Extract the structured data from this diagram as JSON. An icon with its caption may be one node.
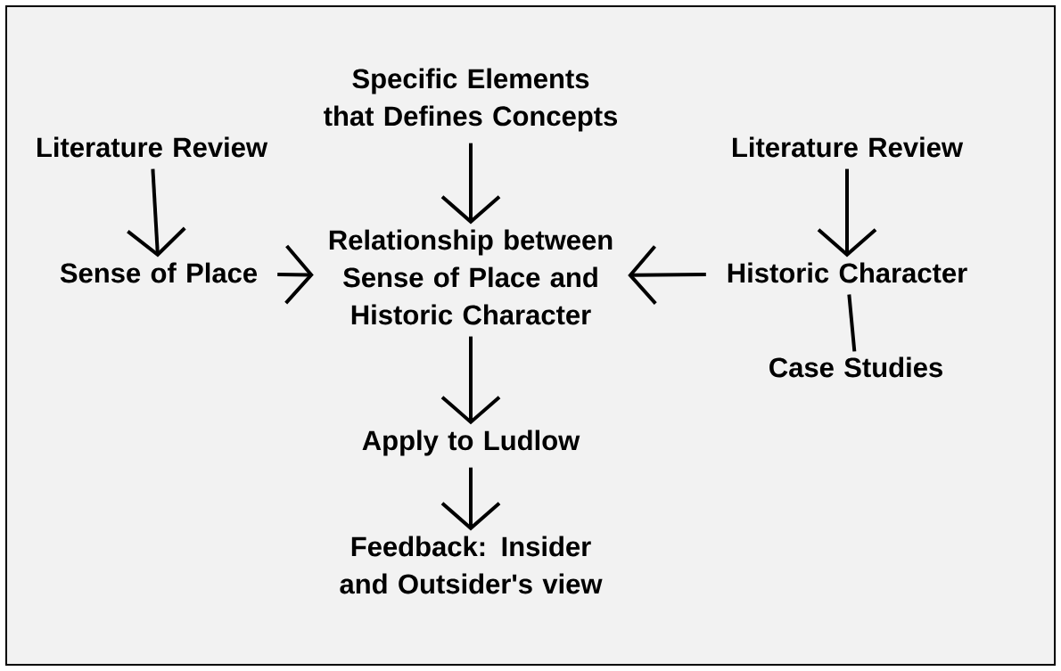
{
  "diagram": {
    "nodes": [
      {
        "text": [
          "Specific Elements that Defines Concepts"
        ]
      },
      {
        "text": [
          "Literature Review"
        ]
      },
      {
        "text": [
          "Literature Review"
        ]
      },
      {
        "text": [
          "Sense of Place"
        ]
      },
      {
        "text": [
          "Relationship between Sense of Place and Historic Character"
        ]
      },
      {
        "text": [
          "Historic Character"
        ]
      },
      {
        "text": [
          "Case Studies"
        ]
      },
      {
        "text": [
          "Apply to Ludlow"
        ]
      },
      {
        "text": [
          "Feedback: Insider and Outsider's view"
        ]
      }
    ],
    "edges": [
      {
        "from": 1,
        "to": 3,
        "arrow": "to"
      },
      {
        "from": 0,
        "to": 4,
        "arrow": "to"
      },
      {
        "from": 2,
        "to": 5,
        "arrow": "to"
      },
      {
        "from": 3,
        "to": 4,
        "arrow": "to"
      },
      {
        "from": 5,
        "to": 4,
        "arrow": "to"
      },
      {
        "from": 5,
        "to": 6,
        "arrow": "none"
      },
      {
        "from": 4,
        "to": 7,
        "arrow": "to"
      },
      {
        "from": 7,
        "to": 8,
        "arrow": "to"
      }
    ]
  }
}
